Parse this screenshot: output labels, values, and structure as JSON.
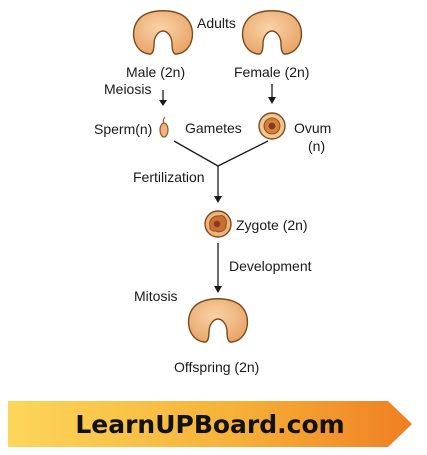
{
  "labels": {
    "adults": "Adults",
    "male": "Male (2n)",
    "female": "Female (2n)",
    "meiosis": "Meiosis",
    "sperm": "Sperm(n)",
    "gametes": "Gametes",
    "ovum_line1": "Ovum",
    "ovum_line2": "(n)",
    "fertilization": "Fertilization",
    "zygote": "Zygote (2n)",
    "development": "Development",
    "mitosis": "Mitosis",
    "offspring": "Offspring (2n)"
  },
  "banner": {
    "text": "LearnUPBoard.com"
  },
  "colors": {
    "organism_fill": "#f1b985",
    "organism_stroke": "#8a5a2a",
    "cell_fill": "#d9803d",
    "nucleus_fill": "#8b3a1f",
    "banner_yellow": "#f7c948",
    "banner_orange": "#f08a24"
  }
}
